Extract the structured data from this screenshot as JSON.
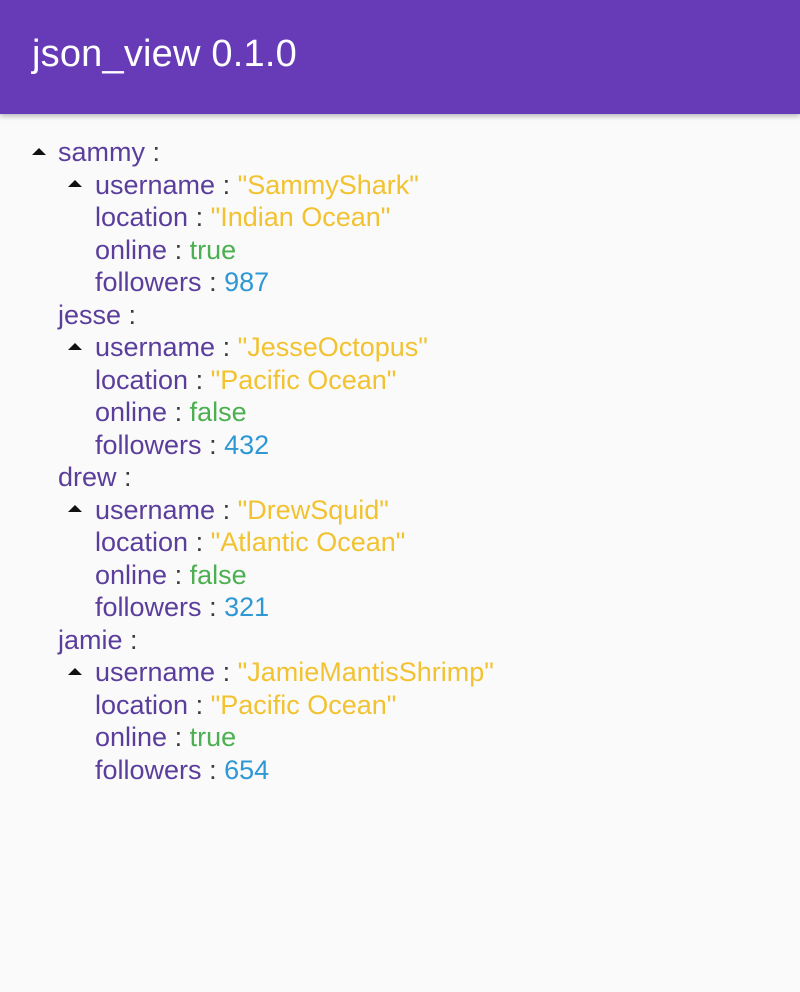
{
  "appbar": {
    "title": "json_view 0.1.0"
  },
  "colors": {
    "appbar": "#673ab7",
    "key": "#5b3e9c",
    "string": "#f2c230",
    "boolean": "#4caf50",
    "number": "#2e98d4"
  },
  "tree": {
    "separator": ":",
    "entries": [
      {
        "key": "sammy",
        "children": {
          "username": {
            "key": "username",
            "value": "\"SammyShark\""
          },
          "location": {
            "key": "location",
            "value": "\"Indian Ocean\""
          },
          "online": {
            "key": "online",
            "value": "true"
          },
          "followers": {
            "key": "followers",
            "value": "987"
          }
        }
      },
      {
        "key": "jesse",
        "children": {
          "username": {
            "key": "username",
            "value": "\"JesseOctopus\""
          },
          "location": {
            "key": "location",
            "value": "\"Pacific Ocean\""
          },
          "online": {
            "key": "online",
            "value": "false"
          },
          "followers": {
            "key": "followers",
            "value": "432"
          }
        }
      },
      {
        "key": "drew",
        "children": {
          "username": {
            "key": "username",
            "value": "\"DrewSquid\""
          },
          "location": {
            "key": "location",
            "value": "\"Atlantic Ocean\""
          },
          "online": {
            "key": "online",
            "value": "false"
          },
          "followers": {
            "key": "followers",
            "value": "321"
          }
        }
      },
      {
        "key": "jamie",
        "children": {
          "username": {
            "key": "username",
            "value": "\"JamieMantisShrimp\""
          },
          "location": {
            "key": "location",
            "value": "\"Pacific Ocean\""
          },
          "online": {
            "key": "online",
            "value": "true"
          },
          "followers": {
            "key": "followers",
            "value": "654"
          }
        }
      }
    ]
  }
}
